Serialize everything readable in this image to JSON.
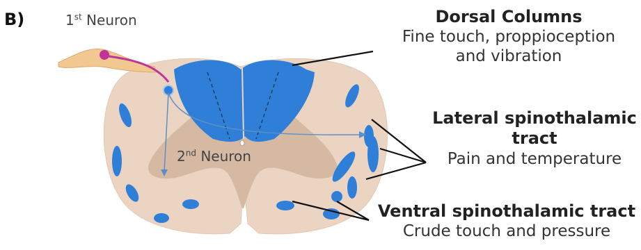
{
  "panel_label": "B)",
  "neuron1": {
    "ordinal": "1",
    "suffix": "st",
    "text": " Neuron"
  },
  "neuron2": {
    "ordinal": "2",
    "suffix": "nd",
    "text": " Neuron"
  },
  "labels": {
    "dorsal": {
      "title": "Dorsal Columns",
      "sub_line1": "Fine touch, proppioception",
      "sub_line2": "and vibration"
    },
    "lateral": {
      "title_line1": "Lateral spinothalamic",
      "title_line2": "tract",
      "sub": "Pain and temperature"
    },
    "ventral": {
      "title": "Ventral spinothalamic tract",
      "sub": "Crude touch and pressure"
    }
  },
  "colors": {
    "tract_blue": "#2f7fd8",
    "cord_outer": "#ecd4c2",
    "cord_inner": "#d6b9a3",
    "neuron_pink": "#c0349a",
    "nerve_yellow": "#f0c890",
    "pointer_line": "#111111"
  }
}
